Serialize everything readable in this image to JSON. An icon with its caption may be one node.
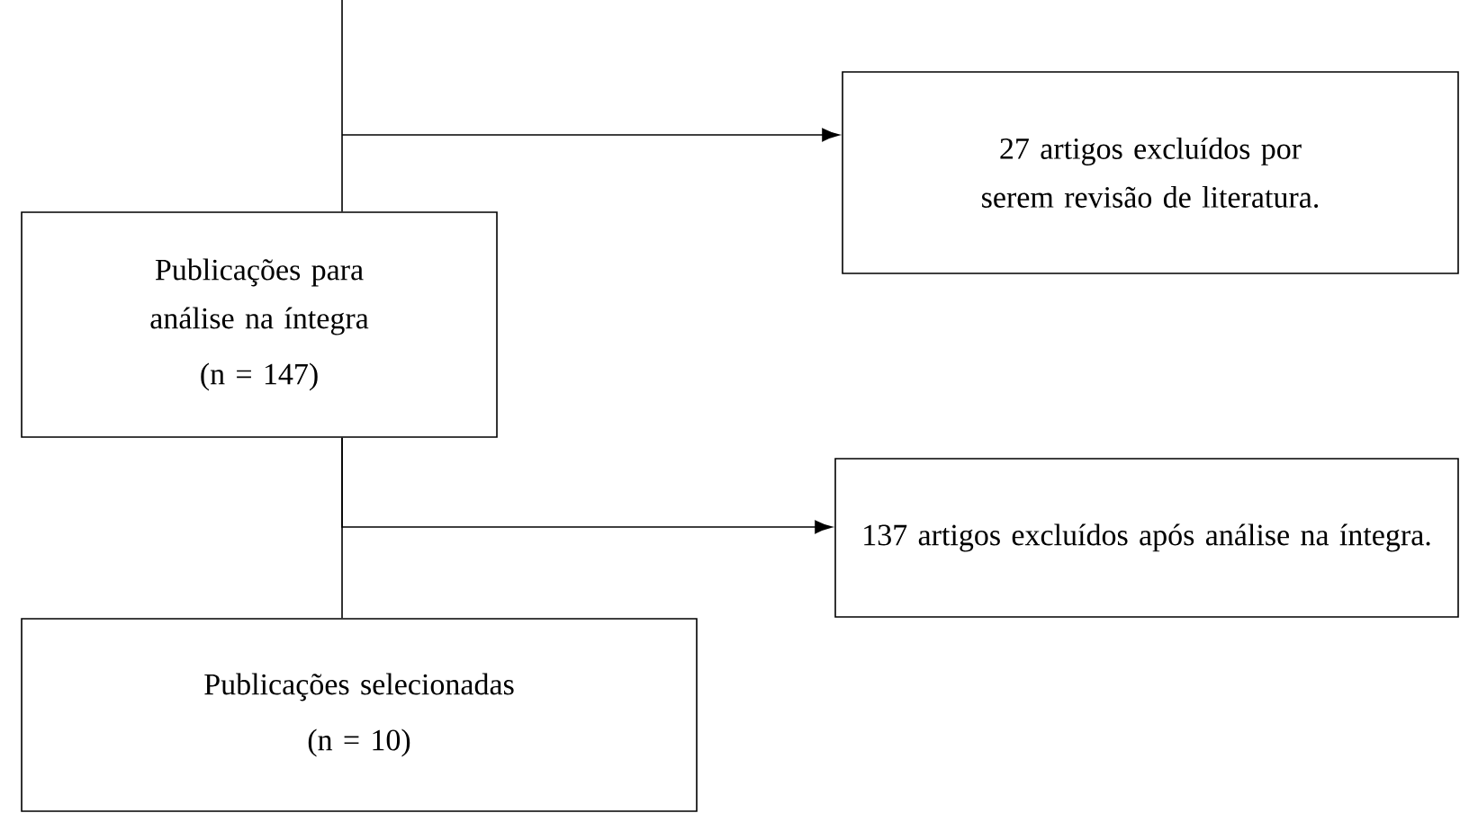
{
  "diagram": {
    "nodes": [
      {
        "text": [
          "27 artigos excluídos por serem revisão de literatura."
        ]
      },
      {
        "text": [
          "Publicações para análise na íntegra",
          "(n = 147)"
        ]
      },
      {
        "text": [
          "137 artigos excluídos após análise na íntegra."
        ]
      },
      {
        "text": [
          "Publicações selecionadas",
          "(n = 10)"
        ]
      }
    ],
    "edges": [
      {
        "from": null,
        "to": 1,
        "arrow": "none"
      },
      {
        "from": null,
        "to": 0,
        "arrow": "to"
      },
      {
        "from": 1,
        "to": 3,
        "arrow": "none"
      },
      {
        "from": 1,
        "to": 2,
        "arrow": "to"
      }
    ]
  }
}
